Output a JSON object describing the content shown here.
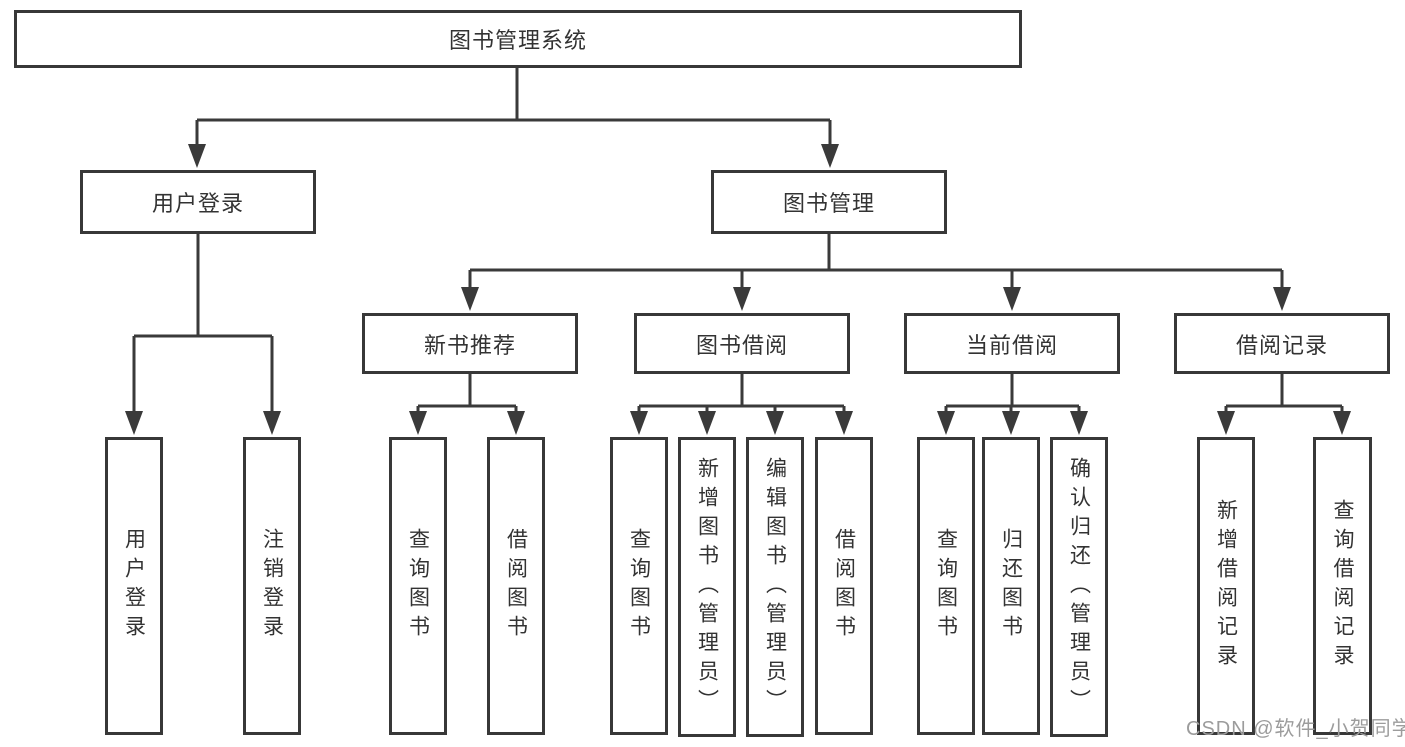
{
  "diagram": {
    "title_node": {
      "label": "图书管理系统"
    },
    "level2": [
      {
        "id": "user-login",
        "label": "用户登录"
      },
      {
        "id": "book-management",
        "label": "图书管理"
      }
    ],
    "level3": [
      {
        "id": "new-book-recommend",
        "label": "新书推荐"
      },
      {
        "id": "book-borrowing",
        "label": "图书借阅"
      },
      {
        "id": "current-borrowing",
        "label": "当前借阅"
      },
      {
        "id": "borrowing-records",
        "label": "借阅记录"
      }
    ],
    "leaves": [
      {
        "parent": "用户登录",
        "label": "用户登录"
      },
      {
        "parent": "用户登录",
        "label": "注销登录"
      },
      {
        "parent": "新书推荐",
        "label": "查询图书"
      },
      {
        "parent": "新书推荐",
        "label": "借阅图书"
      },
      {
        "parent": "图书借阅",
        "label": "查询图书"
      },
      {
        "parent": "图书借阅",
        "label": "新增图书（管理员）"
      },
      {
        "parent": "图书借阅",
        "label": "编辑图书（管理员）"
      },
      {
        "parent": "图书借阅",
        "label": "借阅图书"
      },
      {
        "parent": "当前借阅",
        "label": "查询图书"
      },
      {
        "parent": "当前借阅",
        "label": "归还图书"
      },
      {
        "parent": "当前借阅",
        "label": "确认归还（管理员）"
      },
      {
        "parent": "借阅记录",
        "label": "新增借阅记录"
      },
      {
        "parent": "借阅记录",
        "label": "查询借阅记录"
      }
    ]
  },
  "watermark": {
    "text": "CSDN @软件_小贺同学"
  },
  "colors": {
    "line": "#3a3a3a",
    "border": "#383838",
    "text": "#333333",
    "watermark": "#9c9c9c",
    "background": "#ffffff"
  }
}
